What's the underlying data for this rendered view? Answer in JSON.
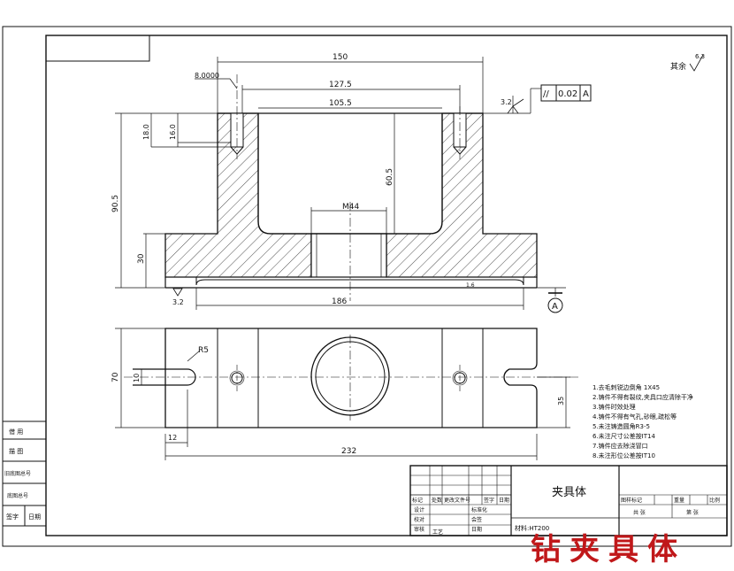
{
  "part_name": "夹具体",
  "watermark": "钻夹具体",
  "surface_finish_note": "其余",
  "surface_finish_value": "6.3",
  "datum_label": "A",
  "tolerance": {
    "symbol": "//",
    "value": "0.02",
    "datum": "A"
  },
  "material_note": "材料:HT200",
  "dimensions": {
    "overall_top": "150",
    "inner_top": "127.5",
    "inner_mid": "105.5",
    "hole_callout": "8.0000",
    "left_depth_a": "18.0",
    "left_depth_b": "16.0",
    "height_total": "90.5",
    "inner_height": "60.5",
    "flange_height": "30",
    "thread": "M44",
    "base_width": "186",
    "roughness_top": "3.2",
    "roughness_bottom": "3.2",
    "roughness_side": "1.6",
    "radius": "R5",
    "slot_width": "10",
    "plan_height": "70",
    "plan_right": "35",
    "plan_offset": "12",
    "plan_length": "232"
  },
  "tech_requirements": [
    "1.去毛刺锐边倒角 1X45",
    "2.铸件不得有裂纹,夹具口应清除干净",
    "3.铸件时效处理",
    "4.铸件不得有气孔,砂眼,疏松等",
    "5.未注铸造圆角R3-5",
    "6.未注尺寸公差按IT14",
    "7.铸件应去除浇冒口",
    "8.未注形位公差按IT10"
  ],
  "side_table": [
    "借 用",
    "描 图",
    "旧底图总号",
    "底图总号",
    "签字",
    "日期"
  ],
  "title_block": {
    "row_labels": [
      "标记",
      "处数",
      "更改文件号",
      "签字",
      "日期"
    ],
    "left_labels": [
      "设计",
      "校对",
      "审核",
      "工艺"
    ],
    "mid_labels": [
      "标准化",
      "会签",
      "日期"
    ],
    "right_header": [
      "图样标记",
      "重量",
      "比例"
    ],
    "right_footer": [
      "共 张",
      "第 张"
    ]
  }
}
